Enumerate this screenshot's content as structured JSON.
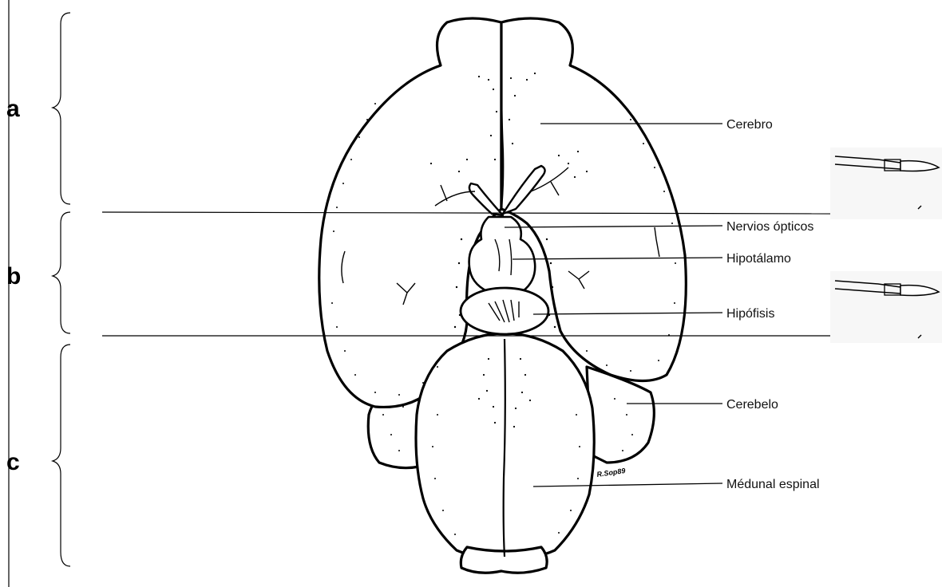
{
  "sections": [
    {
      "letter": "a"
    },
    {
      "letter": "b"
    },
    {
      "letter": "c"
    }
  ],
  "labels": {
    "cerebro": "Cerebro",
    "nervios": "Nervios ópticos",
    "hipotalamo": "Hipotálamo",
    "hipofisis": "Hipófisis",
    "cerebelo": "Cerebelo",
    "medula": "Médunal espinal"
  },
  "signature": "R.Sop89"
}
